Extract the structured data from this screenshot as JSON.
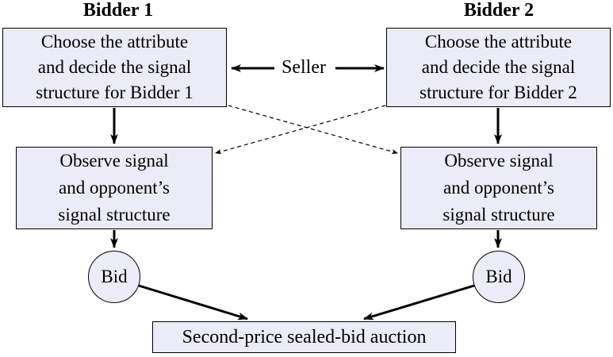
{
  "colors": {
    "node_fill": "#ECECF8",
    "node_border": "#000000",
    "text": "#000000",
    "background": "#FFFFFF"
  },
  "headers": {
    "bidder1": "Bidder 1",
    "bidder2": "Bidder 2"
  },
  "seller": {
    "label": "Seller"
  },
  "nodes": {
    "choose1": {
      "lines": [
        "Choose the attribute",
        "and decide the signal",
        "structure for Bidder 1"
      ]
    },
    "choose2": {
      "lines": [
        "Choose the attribute",
        "and decide the signal",
        "structure for Bidder 2"
      ]
    },
    "observe1": {
      "lines": [
        "Observe signal",
        "and opponent’s",
        "signal structure"
      ]
    },
    "observe2": {
      "lines": [
        "Observe signal",
        "and opponent’s",
        "signal structure"
      ]
    },
    "bid1": {
      "label": "Bid"
    },
    "bid2": {
      "label": "Bid"
    },
    "auction": {
      "label": "Second-price sealed-bid auction"
    }
  },
  "edges": [
    {
      "from": "seller",
      "to": "choose1",
      "style": "solid-thick"
    },
    {
      "from": "seller",
      "to": "choose2",
      "style": "solid-thick"
    },
    {
      "from": "choose1",
      "to": "observe1",
      "style": "solid-thick"
    },
    {
      "from": "choose2",
      "to": "observe2",
      "style": "solid-thick"
    },
    {
      "from": "choose1",
      "to": "observe2",
      "style": "dashed"
    },
    {
      "from": "choose2",
      "to": "observe1",
      "style": "dashed"
    },
    {
      "from": "observe1",
      "to": "bid1",
      "style": "solid-thick"
    },
    {
      "from": "observe2",
      "to": "bid2",
      "style": "solid-thick"
    },
    {
      "from": "bid1",
      "to": "auction",
      "style": "solid-thick"
    },
    {
      "from": "bid2",
      "to": "auction",
      "style": "solid-thick"
    }
  ]
}
